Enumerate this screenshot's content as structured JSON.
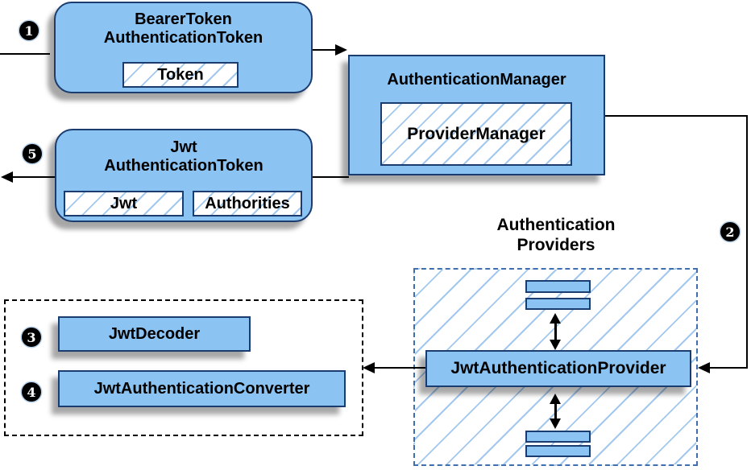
{
  "colors": {
    "node_fill": "#8bc3f3",
    "node_stroke": "#1b3c6e",
    "hatch_line": "#a2c8ee",
    "providers_container_border": "#3f6fae",
    "decoders_container_border": "#000000",
    "connector": "#000000",
    "badge_background": "#000000",
    "badge_text": "#ffffff",
    "canvas_background": "#ffffff"
  },
  "steps": {
    "s1": "1",
    "s2": "2",
    "s3": "3",
    "s4": "4",
    "s5": "5"
  },
  "nodes": {
    "bearer_token": {
      "title_line1": "BearerToken",
      "title_line2": "AuthenticationToken",
      "token": "Token"
    },
    "authentication_manager": {
      "title": "AuthenticationManager",
      "provider_manager": "ProviderManager"
    },
    "jwt_token": {
      "title_line1": "Jwt",
      "title_line2": "AuthenticationToken",
      "jwt": "Jwt",
      "authorities": "Authorities"
    },
    "providers": {
      "heading_line1": "Authentication",
      "heading_line2": "Providers",
      "jwt_authentication_provider": "JwtAuthenticationProvider"
    },
    "jwt_tools": {
      "jwt_decoder": "JwtDecoder",
      "jwt_authentication_converter": "JwtAuthenticationConverter"
    }
  }
}
